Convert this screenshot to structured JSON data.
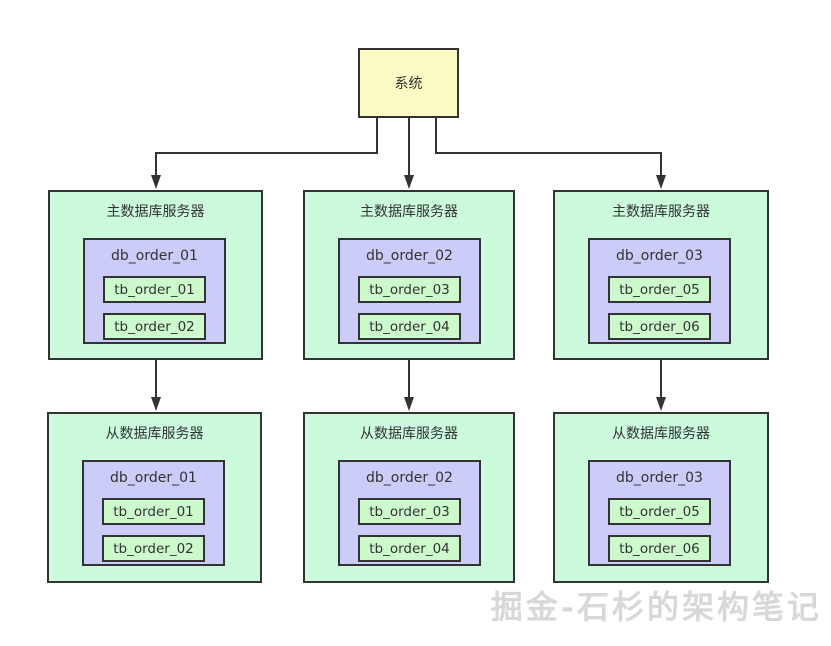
{
  "system": {
    "label": "系统"
  },
  "rows": {
    "master_title": "主数据库服务器",
    "slave_title": "从数据库服务器"
  },
  "columns": [
    {
      "db": "db_order_01",
      "tables": [
        "tb_order_01",
        "tb_order_02"
      ]
    },
    {
      "db": "db_order_02",
      "tables": [
        "tb_order_03",
        "tb_order_04"
      ]
    },
    {
      "db": "db_order_03",
      "tables": [
        "tb_order_05",
        "tb_order_06"
      ]
    }
  ],
  "watermark": "掘金-石杉的架构笔记",
  "colors": {
    "system_box_bg": "#fcfbc3",
    "server_box_bg": "#ccfadd",
    "db_box_bg": "#ccccf8",
    "table_box_bg": "#ccfacc",
    "border": "#333333",
    "watermark_text": "#d8d8d8"
  }
}
